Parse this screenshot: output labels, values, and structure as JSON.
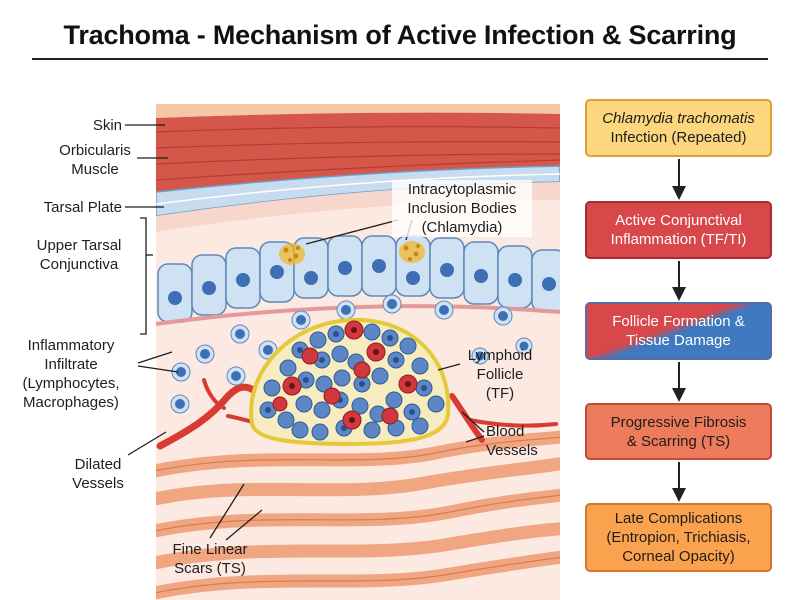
{
  "title": "Trachoma - Mechanism of Active Infection & Scarring",
  "labels": {
    "skin": "Skin",
    "orbicularis": [
      "Orbicularis",
      "Muscle"
    ],
    "tarsal_plate": "Tarsal Plate",
    "upper_tarsal": [
      "Upper Tarsal",
      "Conjunctiva"
    ],
    "inclusion": [
      "Intracytoplasmic",
      "Inclusion Bodies",
      "(Chlamydia)"
    ],
    "infiltrate": [
      "Inflammatory",
      "Infiltrate",
      "(Lymphocytes,",
      "Macrophages)"
    ],
    "follicle": [
      "Lymphoid",
      "Follicle",
      "(TF)"
    ],
    "blood_vessels": [
      "Blood",
      "Vessels"
    ],
    "dilated": [
      "Dilated",
      "Vessels"
    ],
    "scars": [
      "Fine Linear",
      "Scars (TS)"
    ]
  },
  "flow": [
    {
      "lines": [
        "Chlamydia trachomatis",
        "Infection (Repeated)"
      ],
      "italic_first": true
    },
    {
      "lines": [
        "Active Conjunctival",
        "Inflammation (TF/TI)"
      ]
    },
    {
      "lines": [
        "Follicle Formation &",
        "Tissue Damage"
      ]
    },
    {
      "lines": [
        "Progressive Fibrosis",
        "& Scarring (TS)"
      ]
    },
    {
      "lines": [
        "Late Complications",
        "(Entropion, Trichiasis,",
        "Corneal Opacity)"
      ]
    }
  ],
  "colors": {
    "skin": "#f6c7a6",
    "muscle": "#d5574a",
    "tarsal": "#c7dcee",
    "epithelium": "#cfe2f4",
    "nucleus": "#3e6fb5",
    "inclusion": "#f2b62b",
    "stroma": "#fbe9e2",
    "follicle_border": "#e6c93b",
    "lymphocyte_red": "#d0383e",
    "vessel": "#d83b31",
    "scar": "#ef9f76",
    "box_yellow": "#fcd77e",
    "box_red": "#d8474a",
    "box_blue": "#3f79bf",
    "box_salmon": "#ee7b5c",
    "box_orange": "#fba24f"
  }
}
